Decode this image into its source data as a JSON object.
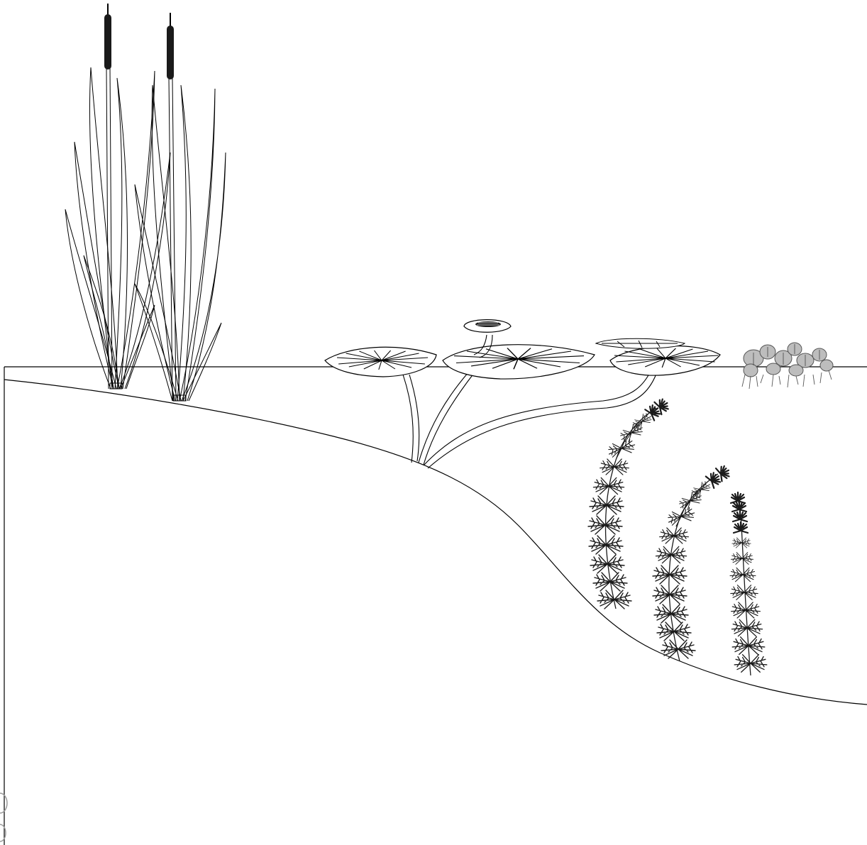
{
  "diagram": {
    "kind": "aquatic-plant-zones-cross-section",
    "colors": {
      "background": "#ffffff",
      "outline": "#000000",
      "cattail_head": "#1a1a1a",
      "submerged_plant": "#1a1a1a",
      "floating_plant": "#8a8a8a"
    },
    "plants": [
      {
        "name": "cattail",
        "zone": "emergent",
        "count": 2
      },
      {
        "name": "water-lily",
        "zone": "floating-leaved",
        "count": 3
      },
      {
        "name": "floating-plant",
        "zone": "free-floating",
        "count": 1
      },
      {
        "name": "submerged-plant",
        "zone": "submerged",
        "count": 3
      }
    ]
  }
}
